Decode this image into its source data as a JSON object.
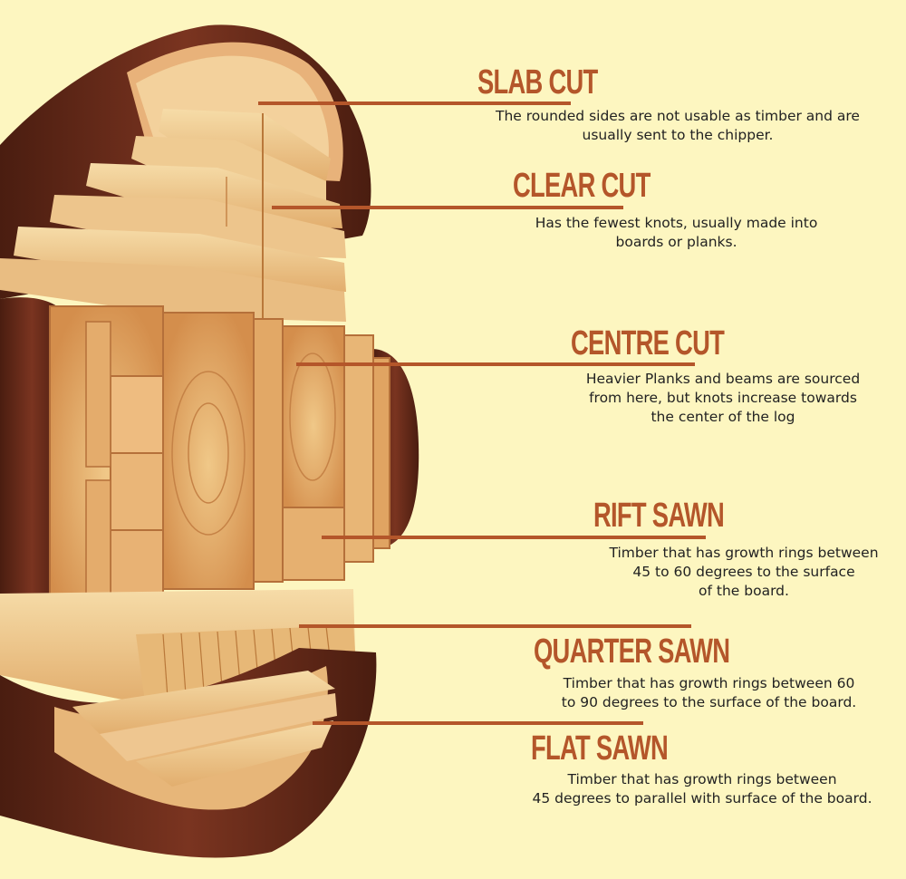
{
  "colors": {
    "background": "#fdf6c0",
    "heading": "#b4562a",
    "leader": "#b4562a",
    "text": "#222222",
    "bark": "#5a2514",
    "bark_light": "#8a3d22",
    "wood_light": "#f2d29c",
    "wood_mid": "#e0a868",
    "wood_dark": "#c98248"
  },
  "sections": [
    {
      "key": "slab_cut",
      "title": "SLAB CUT",
      "lines": [
        "The rounded sides are not usable as timber and are",
        "usually sent to the chipper."
      ]
    },
    {
      "key": "clear_cut",
      "title": "CLEAR CUT",
      "lines": [
        "Has the fewest knots, usually made into",
        "boards or planks."
      ]
    },
    {
      "key": "centre_cut",
      "title": "CENTRE CUT",
      "lines": [
        "Heavier Planks and beams are sourced",
        "from here, but knots increase towards",
        "the center of the log"
      ]
    },
    {
      "key": "rift_sawn",
      "title": "RIFT SAWN",
      "lines": [
        "Timber that has growth rings between",
        "45 to 60 degrees to the surface",
        "of the board."
      ]
    },
    {
      "key": "quarter_sawn",
      "title": "QUARTER SAWN",
      "lines": [
        "Timber that has growth rings between 60",
        "to 90 degrees to the surface of the board."
      ]
    },
    {
      "key": "flat_sawn",
      "title": "FLAT SAWN",
      "lines": [
        "Timber that has growth rings between",
        "45 degrees to parallel with surface of the board."
      ]
    }
  ]
}
